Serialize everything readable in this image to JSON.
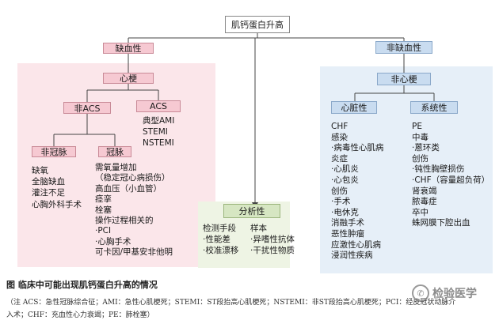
{
  "root": "肌钙蛋白升高",
  "ischemic": {
    "label": "缺血性",
    "mi": "心梗",
    "non_acs": "非ACS",
    "acs": "ACS",
    "acs_items": [
      "典型AMI",
      "STEMI",
      "NSTEMI"
    ],
    "non_coronary": "非冠脉",
    "non_coronary_items": [
      "缺氧",
      "全脑缺血",
      "灌注不足",
      "心胸外科手术"
    ],
    "coronary": "冠脉",
    "coronary_items": [
      "需氧量增加",
      "（稳定冠心病损伤）",
      "高血压（小血管）",
      "痉挛",
      "栓塞",
      "操作过程相关的",
      "·PCI",
      "·心胸手术",
      "可卡因/甲基安非他明"
    ]
  },
  "analytic": {
    "label": "分析性",
    "col1_title": "检测手段",
    "col1_items": [
      "·性能差",
      "·校准漂移"
    ],
    "col2_title": "样本",
    "col2_items": [
      "·异嗜性抗体",
      "·干扰性物质"
    ]
  },
  "non_ischemic": {
    "label": "非缺血性",
    "non_mi": "非心梗",
    "cardiac": "心脏性",
    "cardiac_items": [
      "CHF",
      "感染",
      "·病毒性心肌病",
      "炎症",
      "·心肌炎",
      "·心包炎",
      "创伤",
      "·手术",
      "·电休克",
      "消融手术",
      "恶性肿瘤",
      "应激性心肌病",
      "浸润性疾病"
    ],
    "systemic": "系统性",
    "systemic_items": [
      "PE",
      "中毒",
      "·蒽环类",
      "创伤",
      "·钝性胸壁损伤",
      "·CHF（容量超负荷）",
      "肾衰竭",
      "脓毒症",
      "卒中",
      "蛛网膜下腔出血"
    ]
  },
  "caption": "图 临床中可能出现肌钙蛋白升高的情况",
  "note_line1": "（注 ACS：急性冠脉综合征；AMI：急性心肌梗死；STEMI：ST段抬高心肌梗死；NSTEMI：非ST段抬高心肌梗死；PCI：经皮冠状动脉介",
  "note_line2": "入术；CHF：充血性心力衰竭；PE：肺栓塞）",
  "watermark": "检验医学"
}
